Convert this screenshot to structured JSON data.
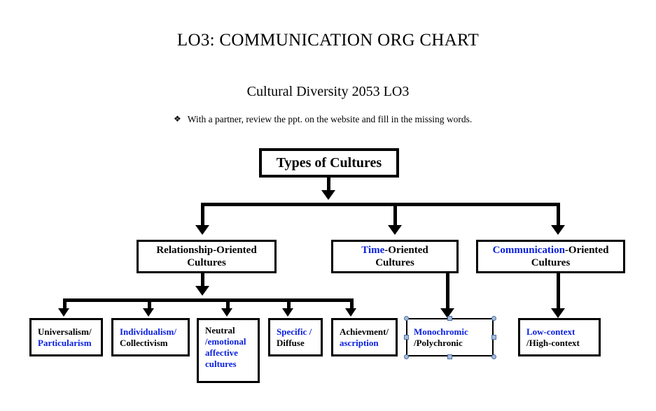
{
  "document": {
    "title": "LO3: COMMUNICATION ORG CHART",
    "subtitle": "Cultural Diversity 2053 LO3",
    "bullet_glyph": "❖",
    "instruction": "With a partner, review the ppt. on the website and fill in the missing words."
  },
  "colors": {
    "blue_fill_in": "#0a20e0",
    "text": "#000000",
    "box_border": "#000000",
    "background": "#ffffff",
    "selection_handle_fill": "#a8bcd8",
    "selection_handle_border": "#4a6ea9"
  },
  "chart_data": {
    "type": "diagram",
    "title": "LO3: COMMUNICATION ORG CHART",
    "orientation": "top-down org chart",
    "root": {
      "label": "Types of Cultures"
    },
    "level2": [
      {
        "id": "relationship-oriented",
        "part1": "Relationship",
        "part1_color": "black",
        "part2": "-Oriented",
        "line2": "Cultures",
        "children": 5
      },
      {
        "id": "time-oriented",
        "part1": "Time",
        "part1_color": "blue",
        "part2": "-Oriented",
        "line2": "Cultures",
        "children": 1
      },
      {
        "id": "communication-oriented",
        "part1": "Communication",
        "part1_color": "blue",
        "part2": "-Oriented",
        "line2": "Cultures",
        "children": 1
      }
    ],
    "level3": [
      {
        "id": "universalism-particularism",
        "parent": "relationship-oriented",
        "lines": [
          {
            "text": "Universalism/",
            "color": "black"
          },
          {
            "text": "Particularism",
            "color": "blue"
          }
        ]
      },
      {
        "id": "individualism-collectivism",
        "parent": "relationship-oriented",
        "lines": [
          {
            "text": "Individualism/",
            "color": "blue"
          },
          {
            "text": "Collectivism",
            "color": "black"
          }
        ]
      },
      {
        "id": "neutral-emotional",
        "parent": "relationship-oriented",
        "lines": [
          {
            "text": "Neutral",
            "color": "black"
          },
          {
            "text": "/emotional",
            "color": "blue"
          },
          {
            "text": "affective",
            "color": "blue"
          },
          {
            "text": "cultures",
            "color": "blue"
          }
        ]
      },
      {
        "id": "specific-diffuse",
        "parent": "relationship-oriented",
        "lines": [
          {
            "text": "Specific /",
            "color": "blue"
          },
          {
            "text": "Diffuse",
            "color": "black"
          }
        ]
      },
      {
        "id": "achievement-ascription",
        "parent": "relationship-oriented",
        "lines": [
          {
            "text": "Achievment/",
            "color": "black"
          },
          {
            "text": "ascription",
            "color": "blue"
          }
        ]
      },
      {
        "id": "monochromic-polychronic",
        "parent": "time-oriented",
        "selected": true,
        "lines": [
          {
            "text": "Monochromic",
            "color": "blue"
          },
          {
            "text": "/Polychronic",
            "color": "black"
          }
        ]
      },
      {
        "id": "low-high-context",
        "parent": "communication-oriented",
        "lines": [
          {
            "text": "Low-context",
            "color": "blue"
          },
          {
            "text": "/High-context",
            "color": "black"
          }
        ]
      }
    ]
  },
  "nodes": {
    "root": {
      "label": "Types of Cultures"
    },
    "relationship": {
      "p1": "Relationship",
      "p2": "-Oriented",
      "l2": "Cultures"
    },
    "time": {
      "p1": "Time",
      "p2": "-Oriented",
      "l2": "Cultures"
    },
    "communication": {
      "p1": "Communication",
      "p2": "-Oriented",
      "l2": "Cultures"
    },
    "universalism": {
      "l1": "Universalism/",
      "l2": "Particularism"
    },
    "individualism": {
      "l1": "Individualism/",
      "l2": "Collectivism"
    },
    "neutral": {
      "l1": "Neutral",
      "l2": "/emotional",
      "l3": "affective",
      "l4": "cultures"
    },
    "specific": {
      "l1": "Specific /",
      "l2": "Diffuse"
    },
    "achievement": {
      "l1": "Achievment/",
      "l2": "ascription"
    },
    "monochromic": {
      "l1": "Monochromic",
      "l2": "/Polychronic"
    },
    "lowcontext": {
      "l1": "Low-context",
      "l2": "/High-context"
    }
  }
}
